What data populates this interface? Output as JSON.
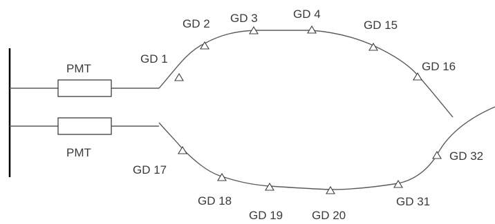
{
  "pmt_units": [
    {
      "label": "PMT"
    },
    {
      "label": "PMT"
    }
  ],
  "devices": [
    {
      "label": "GD 1"
    },
    {
      "label": "GD 2"
    },
    {
      "label": "GD 3"
    },
    {
      "label": "GD 4"
    },
    {
      "label": "GD 15"
    },
    {
      "label": "GD 16"
    },
    {
      "label": "GD 17"
    },
    {
      "label": "GD 18"
    },
    {
      "label": "GD 19"
    },
    {
      "label": "GD 20"
    },
    {
      "label": "GD 31"
    },
    {
      "label": "GD 32"
    }
  ],
  "icons": {
    "device_marker": "triangle-icon"
  }
}
